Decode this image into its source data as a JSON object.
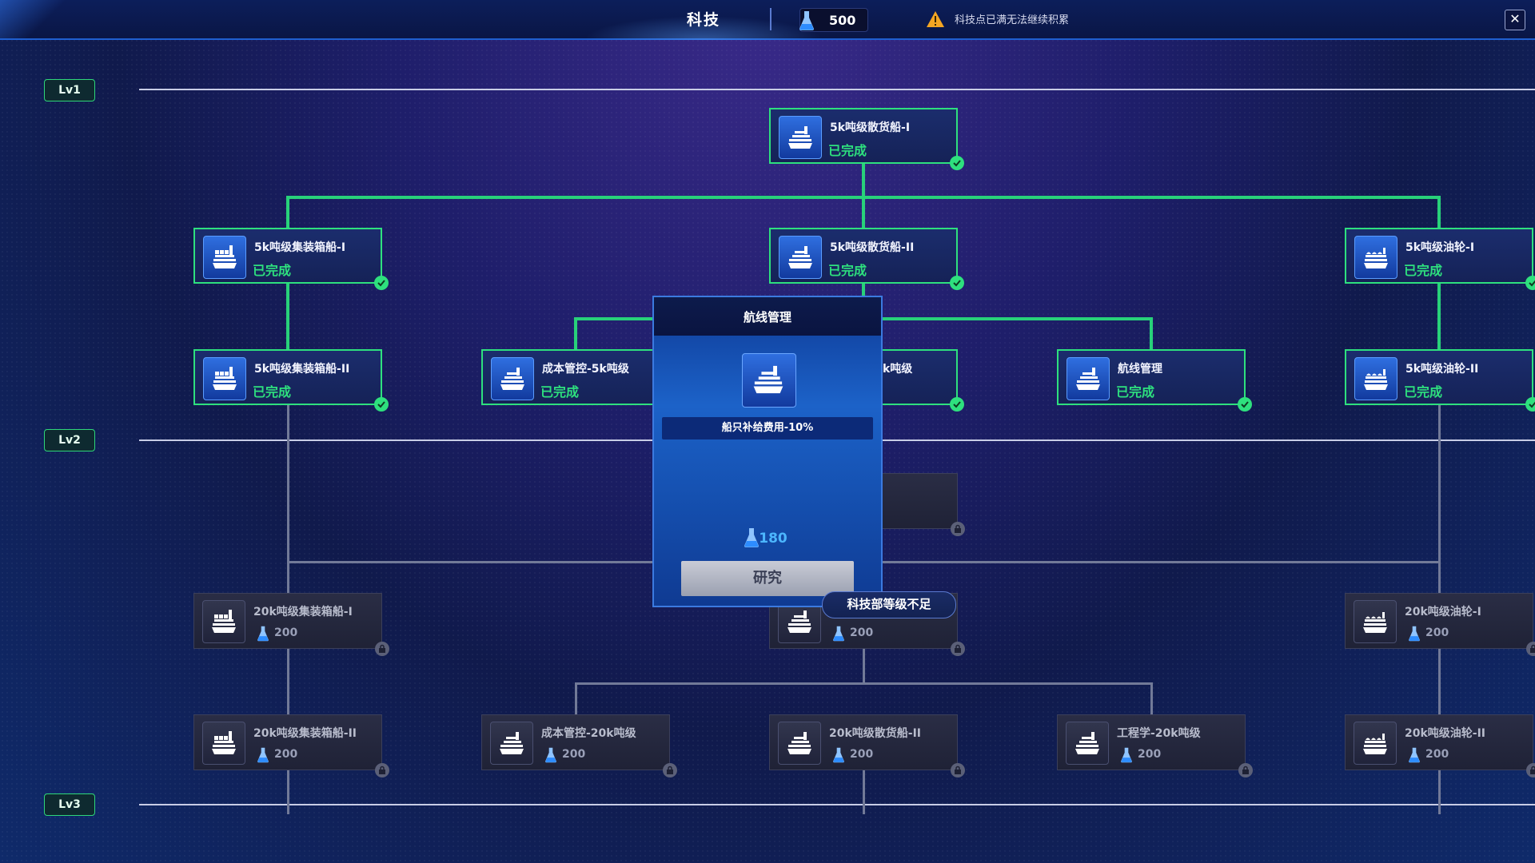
{
  "header": {
    "title": "科技",
    "tech_points": "500",
    "warning": "科技点已满无法继续积累",
    "close_label": "✕"
  },
  "levels": [
    "Lv1",
    "Lv2",
    "Lv3"
  ],
  "nodes": [
    {
      "name": "5k吨级散货船-I",
      "status": "已完成",
      "icon": "bulk-ship-icon"
    },
    {
      "name": "5k吨级集装箱船-I",
      "status": "已完成",
      "icon": "container-ship-icon"
    },
    {
      "name": "5k吨级散货船-II",
      "status": "已完成",
      "icon": "bulk-ship-icon"
    },
    {
      "name": "5k吨级油轮-I",
      "status": "已完成",
      "icon": "tanker-icon"
    },
    {
      "name": "5k吨级集装箱船-II",
      "status": "已完成",
      "icon": "container-ship-icon"
    },
    {
      "name": "成本管控-5k吨级",
      "status": "已完成",
      "icon": "bulk-ship-icon"
    },
    {
      "name": "k吨级",
      "status": "",
      "icon": ""
    },
    {
      "name": "航线管理",
      "status": "已完成",
      "icon": "bulk-ship-icon"
    },
    {
      "name": "5k吨级油轮-II",
      "status": "已完成",
      "icon": "tanker-icon"
    },
    {
      "name": "20k吨级集装箱船-I",
      "cost": "200",
      "icon": "container-ship-icon"
    },
    {
      "name": "",
      "cost": "200",
      "icon": "bulk-ship-icon"
    },
    {
      "name": "20k吨级油轮-I",
      "cost": "200",
      "icon": "tanker-icon"
    },
    {
      "name": "20k吨级集装箱船-II",
      "cost": "200",
      "icon": "container-ship-icon"
    },
    {
      "name": "成本管控-20k吨级",
      "cost": "200",
      "icon": "bulk-ship-icon"
    },
    {
      "name": "20k吨级散货船-II",
      "cost": "200",
      "icon": "bulk-ship-icon"
    },
    {
      "name": "工程学-20k吨级",
      "cost": "200",
      "icon": "bulk-ship-icon"
    },
    {
      "name": "20k吨级油轮-II",
      "cost": "200",
      "icon": "tanker-icon"
    }
  ],
  "popup": {
    "title": "航线管理",
    "effect": "船只补给费用-10%",
    "cost": "180",
    "button": "研究",
    "icon": "bulk-ship-icon"
  },
  "tooltip": "科技部等级不足",
  "colors": {
    "completed": "#2ee07e",
    "locked": "#5b6078",
    "accent": "#4cb6ff"
  }
}
